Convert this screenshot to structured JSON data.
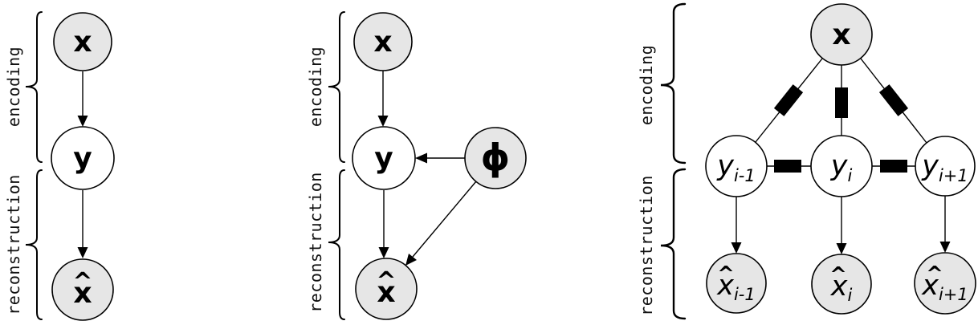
{
  "colors": {
    "shaded_fill": "#e6e6e6",
    "plain_fill": "#ffffff",
    "ink": "#000000",
    "factor_fill": "#000000"
  },
  "brackets": {
    "encoding": "encoding",
    "reconstruction": "reconstruction"
  },
  "diagram_left": {
    "x": "x",
    "y": "y",
    "xhat": {
      "hat": "^",
      "base": "x"
    }
  },
  "diagram_middle": {
    "x": "x",
    "y": "y",
    "phi": "ϕ",
    "xhat": {
      "hat": "^",
      "base": "x"
    }
  },
  "diagram_right": {
    "x": "x",
    "y_nodes": [
      {
        "base": "y",
        "sub": "i-1"
      },
      {
        "base": "y",
        "sub": "i"
      },
      {
        "base": "y",
        "sub": "i+1"
      }
    ],
    "xhat_nodes": [
      {
        "hat": "^",
        "base": "x",
        "sub": "i-1"
      },
      {
        "hat": "^",
        "base": "x",
        "sub": "i"
      },
      {
        "hat": "^",
        "base": "x",
        "sub": "i+1"
      }
    ]
  }
}
